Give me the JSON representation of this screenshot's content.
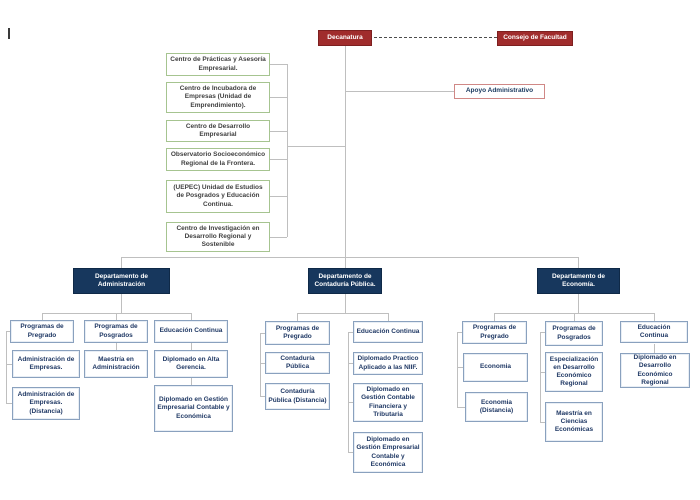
{
  "chart": {
    "top": {
      "decanatura": "Decanatura",
      "consejo": "Consejo de Facultad",
      "apoyo": "Apoyo Administrativo"
    },
    "staff_units": [
      "Centro de Prácticas y Asesoría Empresarial.",
      "Centro de Incubadora de Empresas (Unidad de Emprendimiento).",
      "Centro de Desarrollo Empresarial",
      "Observatorio Socioeconómico Regional de la Frontera.",
      "(UEPEC) Unidad de Estudios de Posgrados y Educación Continua.",
      "Centro de Investigación en Desarrollo Regional y Sostenible"
    ],
    "departments": [
      {
        "label": "Departamento de Administración",
        "columns": [
          {
            "header": "Programas de Pregrado",
            "children": [
              "Administración de Empresas.",
              "Administración de Empresas. (Distancia)"
            ]
          },
          {
            "header": "Programas de Posgrados",
            "children": [
              "Maestría en Administración"
            ]
          },
          {
            "header": "Educación Continua",
            "children": [
              "Diplomado en Alta Gerencia.",
              "Diplomado en Gestión Empresarial Contable y Económica"
            ]
          }
        ]
      },
      {
        "label": "Departamento de Contaduría Pública.",
        "columns": [
          {
            "header": "Programas de Pregrado",
            "children": [
              "Contaduría Pública",
              "Contaduría Pública (Distancia)"
            ]
          },
          {
            "header": "Educación Continua",
            "children": [
              "Diplomado Practico Aplicado a las NIIF.",
              "Diplomado en Gestión Contable Financiera y Tributaria",
              "Diplomado en Gestión Empresarial Contable y Económica"
            ]
          }
        ]
      },
      {
        "label": "Departamento de Economía.",
        "columns": [
          {
            "header": "Programas de Pregrado",
            "children": [
              "Economia",
              "Economia (Distancia)"
            ]
          },
          {
            "header": "Programas de Posgrados",
            "children": [
              "Especialización en Desarrollo Económico Regional",
              "Maestría en Ciencias Económicas"
            ]
          },
          {
            "header": "Educación Continua",
            "children": [
              "Diplomado en Desarrollo Económico Regional"
            ]
          }
        ]
      }
    ],
    "colors": {
      "root_red": "#A02C2C",
      "department_navy": "#17375D",
      "staff_green_border": "#A6C490",
      "program_blue_border": "#8AA1BE",
      "apoyo_red_border": "#D08886",
      "connector_gray": "#BFBFBF"
    }
  }
}
